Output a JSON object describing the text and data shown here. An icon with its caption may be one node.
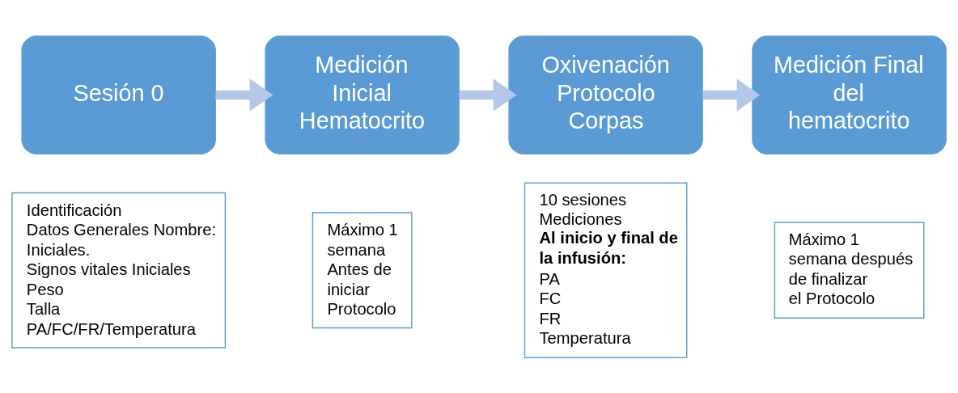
{
  "diagram": {
    "nodes": [
      {
        "text": [
          "Sesión 0"
        ]
      },
      {
        "text": [
          "Medición Inicial Hematocrito"
        ]
      },
      {
        "text": [
          "Oxivenación Protocolo Corpas"
        ]
      },
      {
        "text": [
          "Medición Final del hematocrito"
        ]
      },
      {
        "text": [
          "Identificación",
          "Datos Generales Nombre: Iniciales.",
          "Signos vitales Iniciales",
          "Peso",
          "Talla",
          "PA/FC/FR/Temperatura"
        ]
      },
      {
        "text": [
          "Máximo 1 semana Antes de iniciar Protocolo"
        ]
      },
      {
        "text": [
          "10 sesiones",
          "Mediciones",
          "**Al inicio y final de la infusión:**",
          "PA",
          "FC",
          "FR",
          "Temperatura"
        ]
      },
      {
        "text": [
          "Máximo 1 semana después de finalizar el Protocolo"
        ]
      }
    ],
    "edges": [
      {
        "from": 0,
        "to": 1,
        "arrow": "to"
      },
      {
        "from": 1,
        "to": 2,
        "arrow": "to"
      },
      {
        "from": 2,
        "to": 3,
        "arrow": "to"
      }
    ]
  }
}
